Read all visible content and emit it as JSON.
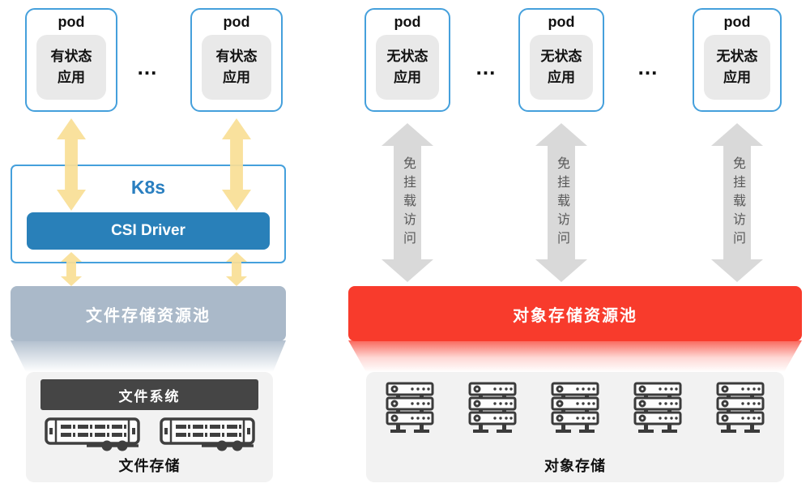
{
  "left_section": {
    "pods": [
      {
        "title": "pod",
        "app": "有状态\n应用"
      },
      {
        "title": "pod",
        "app": "有状态\n应用"
      }
    ],
    "ellipsis": "...",
    "k8s_title": "K8s",
    "csi_label": "CSI Driver",
    "pool_label": "文件存储资源池",
    "filesystem_label": "文件系统",
    "storage_label": "文件存储"
  },
  "right_section": {
    "pods": [
      {
        "title": "pod",
        "app": "无状态\n应用"
      },
      {
        "title": "pod",
        "app": "无状态\n应用"
      },
      {
        "title": "pod",
        "app": "无状态\n应用"
      }
    ],
    "ellipsis_1": "...",
    "ellipsis_2": "...",
    "arrow_label": "免挂载访问",
    "pool_label": "对象存储资源池",
    "storage_label": "对象存储"
  },
  "colors": {
    "pod_border_blue": "#45a0dc",
    "k8s_text_blue": "#2a7fc0",
    "csi_bg_blue": "#2980b9",
    "arrow_yellow": "#f9df96",
    "arrow_gray": "#d9d9d9",
    "file_pool_gray_blue": "#aab9c9",
    "object_pool_red": "#f83b2c",
    "filesystem_bar_dark": "#454545",
    "body_box_gray": "#f2f2f2"
  }
}
